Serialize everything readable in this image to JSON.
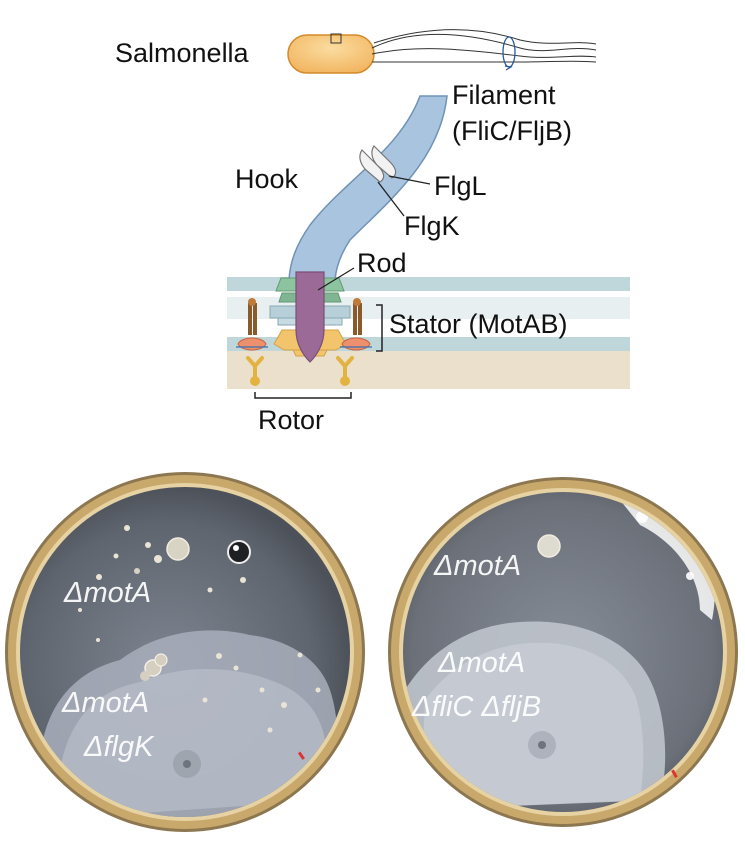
{
  "diagram": {
    "organism": "Salmonella",
    "filament": {
      "line1": "Filament",
      "line2": "(FliC/FljB)"
    },
    "hook": "Hook",
    "flgL": "FlgL",
    "flgK": "FlgK",
    "rod": "Rod",
    "stator": "Stator (MotAB)",
    "rotor": "Rotor"
  },
  "plates": {
    "left": {
      "label_top": "ΔmotA",
      "label_bottom_1": "ΔmotA",
      "label_bottom_2": "ΔflgK"
    },
    "right": {
      "label_top": "ΔmotA",
      "label_bottom_1": "ΔmotA",
      "label_bottom_2": "ΔfliC ΔfljB"
    }
  },
  "colors": {
    "filament": "#a9c4df",
    "rod": "#9b6a97",
    "ring_green": "#8dc4a0",
    "c_ring": "#f2c46b",
    "stator": "#ee8f6e",
    "membrane_outer": "#bfd6db",
    "cell_wall": "#e7eff1",
    "cytoplasm": "#ebe0cc"
  }
}
